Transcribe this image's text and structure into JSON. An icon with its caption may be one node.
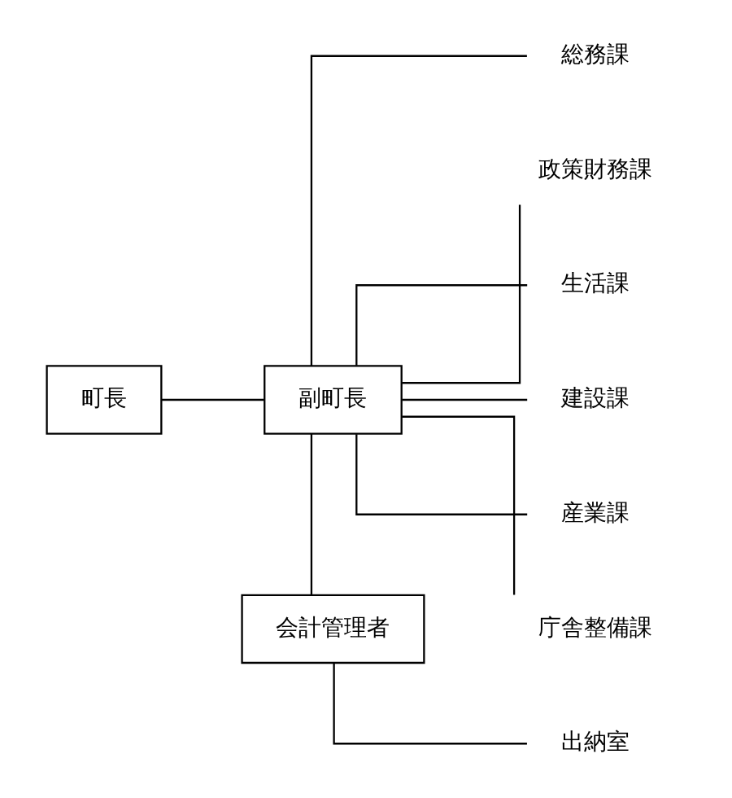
{
  "diagram": {
    "nodes": [
      {
        "text": [
          "町長"
        ]
      },
      {
        "text": [
          "副町長"
        ]
      },
      {
        "text": [
          "総務課"
        ]
      },
      {
        "text": [
          "政策財務課"
        ]
      },
      {
        "text": [
          "生活課"
        ]
      },
      {
        "text": [
          "建設課"
        ]
      },
      {
        "text": [
          "産業課"
        ]
      },
      {
        "text": [
          "庁舎整備課"
        ]
      },
      {
        "text": [
          "会計管理者"
        ]
      },
      {
        "text": [
          "出納室"
        ]
      }
    ],
    "edges": [
      {
        "from": 0,
        "to": 1,
        "arrow": "none"
      },
      {
        "from": 1,
        "to": 2,
        "arrow": "none"
      },
      {
        "from": 1,
        "to": 3,
        "arrow": "none"
      },
      {
        "from": 1,
        "to": 4,
        "arrow": "none"
      },
      {
        "from": 1,
        "to": 5,
        "arrow": "none"
      },
      {
        "from": 1,
        "to": 6,
        "arrow": "none"
      },
      {
        "from": 1,
        "to": 7,
        "arrow": "none"
      },
      {
        "from": 1,
        "to": 8,
        "arrow": "none"
      },
      {
        "from": 8,
        "to": 9,
        "arrow": "none"
      }
    ]
  }
}
